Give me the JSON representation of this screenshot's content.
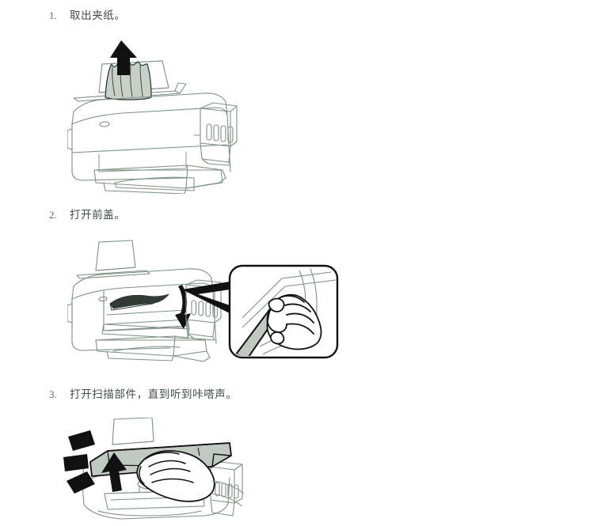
{
  "document": {
    "type": "printer-manual-page",
    "language": "zh-CN",
    "background_color": "#ffffff",
    "line_art_color": "#7d9183",
    "accent_black": "#111111",
    "paper_fill": "#c9d2c9",
    "shade_fill": "#b9c2b9"
  },
  "steps": [
    {
      "number": "1.",
      "text": "取出夹纸。",
      "figure": {
        "name": "printer-remove-jammed-paper",
        "alt": "Front view of an inkjet printer with crumpled paper in the rear paper feeder being pulled upward, indicated by a black upward arrow.",
        "elements": [
          "rear-paper-support",
          "jammed-paper",
          "up-arrow",
          "printer-body",
          "ink-tank-unit",
          "output-tray-extended"
        ]
      }
    },
    {
      "number": "2.",
      "text": "打开前盖。",
      "figure": {
        "name": "printer-open-front-cover",
        "alt": "Printer with the front cover swinging open, a curved black arrow pointing down, and a rounded-square callout showing a hand gripping the cover edge.",
        "elements": [
          "rear-paper-support",
          "printer-body",
          "front-cover-open",
          "jammed-paper-inside",
          "down-arrow",
          "ink-tank-unit",
          "output-tray-extended",
          "callout-bubble",
          "callout-hand",
          "callout-leader"
        ]
      }
    },
    {
      "number": "3.",
      "text": "打开扫描部件，直到听到咔嗒声。",
      "figure": {
        "name": "printer-open-scanner-unit",
        "alt": "Printer with the scanner unit being lifted by a hand, three black arrows indicating the upward opening direction.",
        "elements": [
          "rear-paper-support",
          "scanner-unit-lifted",
          "hand-lifting",
          "up-arrow-1",
          "up-arrow-2",
          "up-arrow-3",
          "printer-interior",
          "ink-tank-unit"
        ]
      }
    }
  ]
}
